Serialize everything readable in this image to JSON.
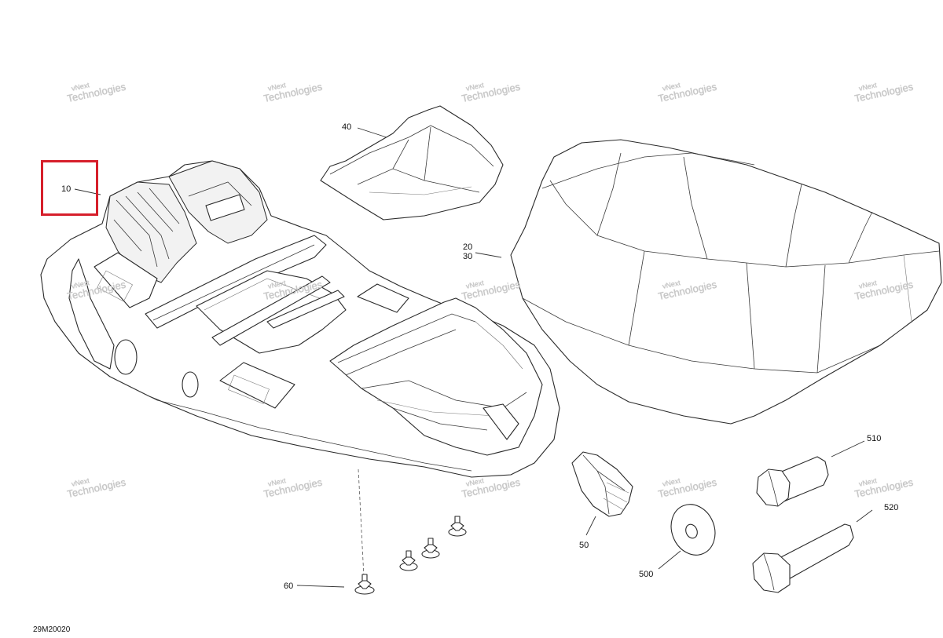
{
  "diagram": {
    "drawing_code": "29M20020",
    "watermark": {
      "line1": "vNext",
      "line2": "Technologies",
      "inline": "vNext Technologies"
    },
    "highlight_color": "#d61f2b",
    "callouts": [
      {
        "id": "c10",
        "text": "10"
      },
      {
        "id": "c40",
        "text": "40"
      },
      {
        "id": "c20",
        "text": "20"
      },
      {
        "id": "c30",
        "text": "30"
      },
      {
        "id": "c510",
        "text": "510"
      },
      {
        "id": "c520",
        "text": "520"
      },
      {
        "id": "c50",
        "text": "50"
      },
      {
        "id": "c500",
        "text": "500"
      },
      {
        "id": "c60",
        "text": "60"
      }
    ]
  }
}
